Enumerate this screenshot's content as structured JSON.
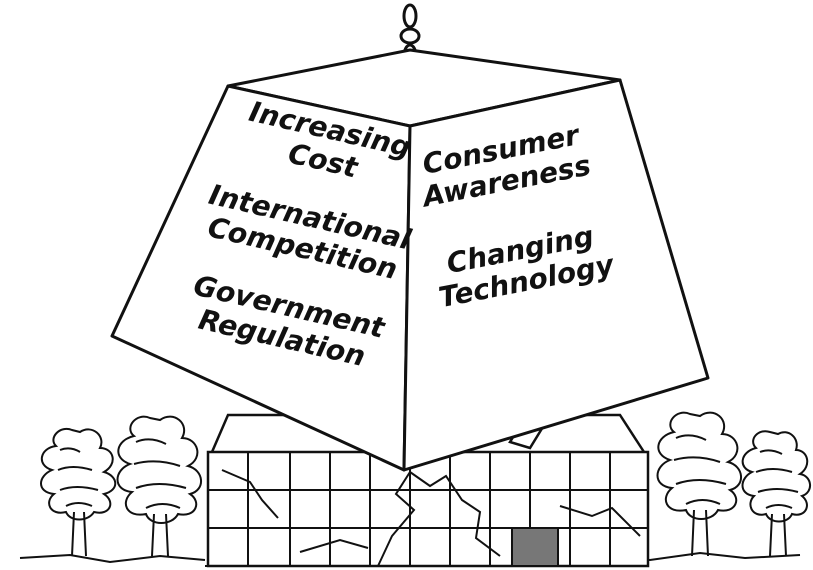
{
  "weight_left_face": {
    "line1": "Increasing",
    "line2": "Cost",
    "line3": "International",
    "line4": "Competition",
    "line5": "Government",
    "line6": "Regulation"
  },
  "weight_right_face": {
    "line1": "Consumer",
    "line2": "Awareness",
    "line3": "Changing",
    "line4": "Technology"
  }
}
